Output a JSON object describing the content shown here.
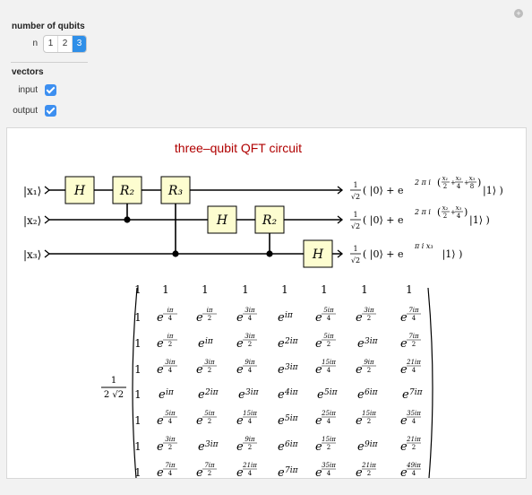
{
  "controls": {
    "qubits_title": "number of qubits",
    "n_label": "n",
    "n_options": [
      "1",
      "2",
      "3"
    ],
    "n_selected": "3",
    "vectors_title": "vectors",
    "input_label": "input",
    "input_checked": true,
    "output_label": "output",
    "output_checked": true,
    "plus_glyph": "+"
  },
  "circuit": {
    "title": "three–qubit QFT circuit",
    "title_color": "#b00000",
    "inputs": [
      "|x₁⟩",
      "|x₂⟩",
      "|x₃⟩"
    ],
    "gates": [
      {
        "label": "H",
        "wire": 0,
        "col": 0
      },
      {
        "label": "R₂",
        "wire": 0,
        "col": 1,
        "control": 1
      },
      {
        "label": "R₃",
        "wire": 0,
        "col": 2,
        "control": 2
      },
      {
        "label": "H",
        "wire": 1,
        "col": 3
      },
      {
        "label": "R₂",
        "wire": 1,
        "col": 4,
        "control": 2
      },
      {
        "label": "H",
        "wire": 2,
        "col": 5
      }
    ],
    "gate_fill": "#fdfdd0",
    "outputs": [
      {
        "prefix": "( |0⟩ + e",
        "exp_lead": "2 π i",
        "fracs": [
          [
            "x₁",
            "2"
          ],
          [
            "x₂",
            "4"
          ],
          [
            "x₃",
            "8"
          ]
        ],
        "suffix": "|1⟩ )"
      },
      {
        "prefix": "( |0⟩ + e",
        "exp_lead": "2 π i",
        "fracs": [
          [
            "x₂",
            "2"
          ],
          [
            "x₃",
            "4"
          ]
        ],
        "suffix": "|1⟩ )"
      },
      {
        "prefix": "( |0⟩ + e",
        "exp_lead": "π i x₃",
        "fracs": [],
        "suffix": "|1⟩ )"
      }
    ],
    "norm_num": "1",
    "norm_den": "√2"
  },
  "matrix": {
    "factor_num": "1",
    "factor_den": "2 √2",
    "rows": [
      [
        "1",
        "1",
        "1",
        "1",
        "1",
        "1",
        "1",
        "1"
      ],
      [
        "1",
        {
          "n": "iπ",
          "d": "4"
        },
        {
          "n": "iπ",
          "d": "2"
        },
        {
          "n": "3iπ",
          "d": "4"
        },
        {
          "e": "iπ"
        },
        {
          "n": "5iπ",
          "d": "4"
        },
        {
          "n": "3iπ",
          "d": "2"
        },
        {
          "n": "7iπ",
          "d": "4"
        }
      ],
      [
        "1",
        {
          "n": "iπ",
          "d": "2"
        },
        {
          "e": "iπ"
        },
        {
          "n": "3iπ",
          "d": "2"
        },
        {
          "e": "2iπ"
        },
        {
          "n": "5iπ",
          "d": "2"
        },
        {
          "e": "3iπ"
        },
        {
          "n": "7iπ",
          "d": "2"
        }
      ],
      [
        "1",
        {
          "n": "3iπ",
          "d": "4"
        },
        {
          "n": "3iπ",
          "d": "2"
        },
        {
          "n": "9iπ",
          "d": "4"
        },
        {
          "e": "3iπ"
        },
        {
          "n": "15iπ",
          "d": "4"
        },
        {
          "n": "9iπ",
          "d": "2"
        },
        {
          "n": "21iπ",
          "d": "4"
        }
      ],
      [
        "1",
        {
          "e": "iπ"
        },
        {
          "e": "2iπ"
        },
        {
          "e": "3iπ"
        },
        {
          "e": "4iπ"
        },
        {
          "e": "5iπ"
        },
        {
          "e": "6iπ"
        },
        {
          "e": "7iπ"
        }
      ],
      [
        "1",
        {
          "n": "5iπ",
          "d": "4"
        },
        {
          "n": "5iπ",
          "d": "2"
        },
        {
          "n": "15iπ",
          "d": "4"
        },
        {
          "e": "5iπ"
        },
        {
          "n": "25iπ",
          "d": "4"
        },
        {
          "n": "15iπ",
          "d": "2"
        },
        {
          "n": "35iπ",
          "d": "4"
        }
      ],
      [
        "1",
        {
          "n": "3iπ",
          "d": "2"
        },
        {
          "e": "3iπ"
        },
        {
          "n": "9iπ",
          "d": "2"
        },
        {
          "e": "6iπ"
        },
        {
          "n": "15iπ",
          "d": "2"
        },
        {
          "e": "9iπ"
        },
        {
          "n": "21iπ",
          "d": "2"
        }
      ],
      [
        "1",
        {
          "n": "7iπ",
          "d": "4"
        },
        {
          "n": "7iπ",
          "d": "2"
        },
        {
          "n": "21iπ",
          "d": "4"
        },
        {
          "e": "7iπ"
        },
        {
          "n": "35iπ",
          "d": "4"
        },
        {
          "n": "21iπ",
          "d": "2"
        },
        {
          "n": "49iπ",
          "d": "4"
        }
      ]
    ]
  }
}
